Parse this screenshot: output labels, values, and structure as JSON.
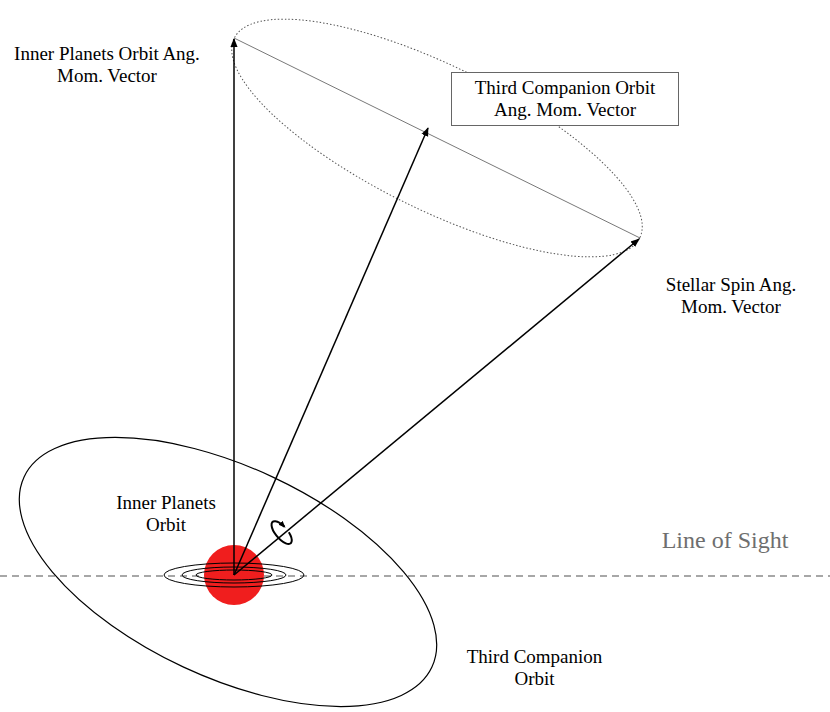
{
  "diagram": {
    "nodes": [
      {
        "text": [
          "Third Companion Orbit Ang. Mom. Vector"
        ]
      }
    ],
    "labels": [
      "Inner Planets Orbit Ang. Mom. Vector",
      "Stellar Spin Ang. Mom. Vector",
      "Inner Planets Orbit",
      "Line of Sight",
      "Third Companion Orbit"
    ]
  }
}
